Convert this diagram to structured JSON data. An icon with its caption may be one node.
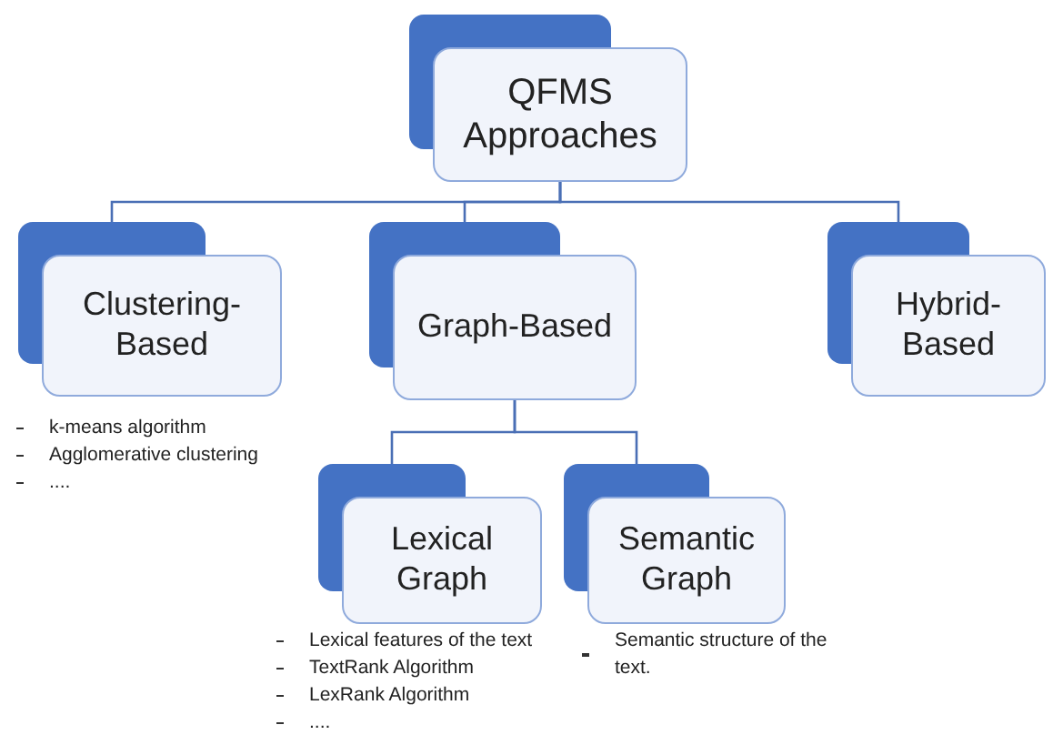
{
  "diagram": {
    "nodes": [
      {
        "text": [
          "QFMS Approaches"
        ]
      },
      {
        "text": [
          "Clustering-Based"
        ],
        "beside": [
          "k-means algorithm",
          "Agglomerative clustering",
          "...."
        ]
      },
      {
        "text": [
          "Graph-Based"
        ]
      },
      {
        "text": [
          "Hybrid-Based"
        ]
      },
      {
        "text": [
          "Lexical Graph"
        ],
        "beside": [
          "Lexical features of the text",
          "TextRank Algorithm",
          "LexRank Algorithm",
          "...."
        ]
      },
      {
        "text": [
          "Semantic Graph"
        ],
        "beside": [
          "Semantic structure of the text."
        ]
      }
    ],
    "edges": [
      {
        "from": 0,
        "to": 1,
        "arrow": "none"
      },
      {
        "from": 0,
        "to": 2,
        "arrow": "none"
      },
      {
        "from": 0,
        "to": 3,
        "arrow": "none"
      },
      {
        "from": 2,
        "to": 4,
        "arrow": "none"
      },
      {
        "from": 2,
        "to": 5,
        "arrow": "none"
      }
    ]
  }
}
